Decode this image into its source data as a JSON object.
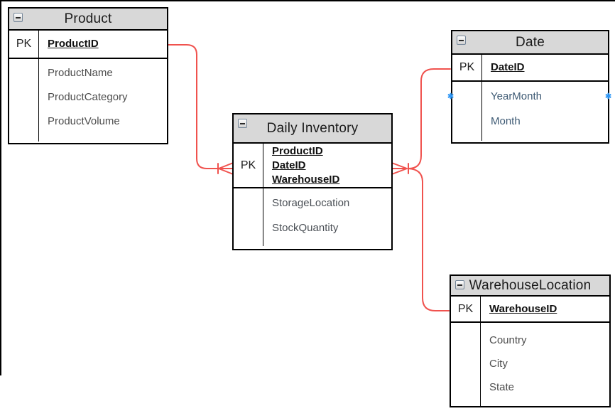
{
  "diagram_type": "entity-relationship",
  "colors": {
    "canvas_bg": "#ffffff",
    "canvas_border": "#000000",
    "header_bg": "#d8d8d8",
    "table_border": "#000000",
    "title_color": "#1a1a1a",
    "pk_label_color": "#222222",
    "pk_field_color": "#111111",
    "relationship": "#f0524e",
    "connection_point": "#2f97f5"
  },
  "icons": {
    "collapse_glyph": "minus",
    "connection_point_glyph": "✱",
    "many_end_glyph": "crow-foot"
  },
  "tables": [
    {
      "title": "Product",
      "pk_label": "PK",
      "pk_fields": [
        "ProductID"
      ],
      "fields": [
        "ProductName",
        "ProductCategory",
        "ProductVolume"
      ],
      "field_color": "#4d4d4d"
    },
    {
      "title": "Daily Inventory",
      "pk_label": "PK",
      "pk_fields": [
        "ProductID",
        "DateID",
        "WarehouseID"
      ],
      "fields": [
        "StorageLocation",
        "StockQuantity"
      ],
      "field_color": "#4a4f55"
    },
    {
      "title": "Date",
      "pk_label": "PK",
      "pk_fields": [
        "DateID"
      ],
      "fields": [
        "YearMonth",
        "Month"
      ],
      "field_color": "#3e5a74"
    },
    {
      "title": "WarehouseLocation",
      "pk_label": "PK",
      "pk_fields": [
        "WarehouseID"
      ],
      "fields": [
        "Country",
        "City",
        "State"
      ],
      "field_color": "#4d4d4d"
    }
  ],
  "relationships": [
    {
      "one_side": "Product",
      "many_side": "Daily Inventory",
      "one_field": "ProductID"
    },
    {
      "one_side": "Date",
      "many_side": "Daily Inventory",
      "one_field": "DateID"
    },
    {
      "one_side": "WarehouseLocation",
      "many_side": "Daily Inventory",
      "one_field": "WarehouseID"
    }
  ]
}
